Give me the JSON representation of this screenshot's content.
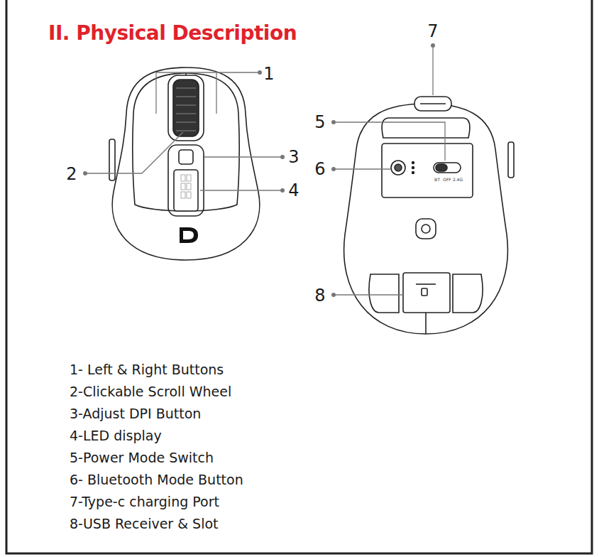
{
  "diagram": {
    "title": "II. Physical Description",
    "labels": [
      "1",
      "2",
      "3",
      "4",
      "5",
      "6",
      "7",
      "8",
      "BT",
      "OFF",
      "2.4G",
      "1- Left & Right Buttons",
      "2-Clickable Scroll Wheel",
      "3-Adjust DPI Button",
      "4-LED display",
      "5-Power Mode Switch",
      "6- Bluetooth Mode Button",
      "7-Type-c charging Port",
      "8-USB Receiver & Slot"
    ]
  }
}
